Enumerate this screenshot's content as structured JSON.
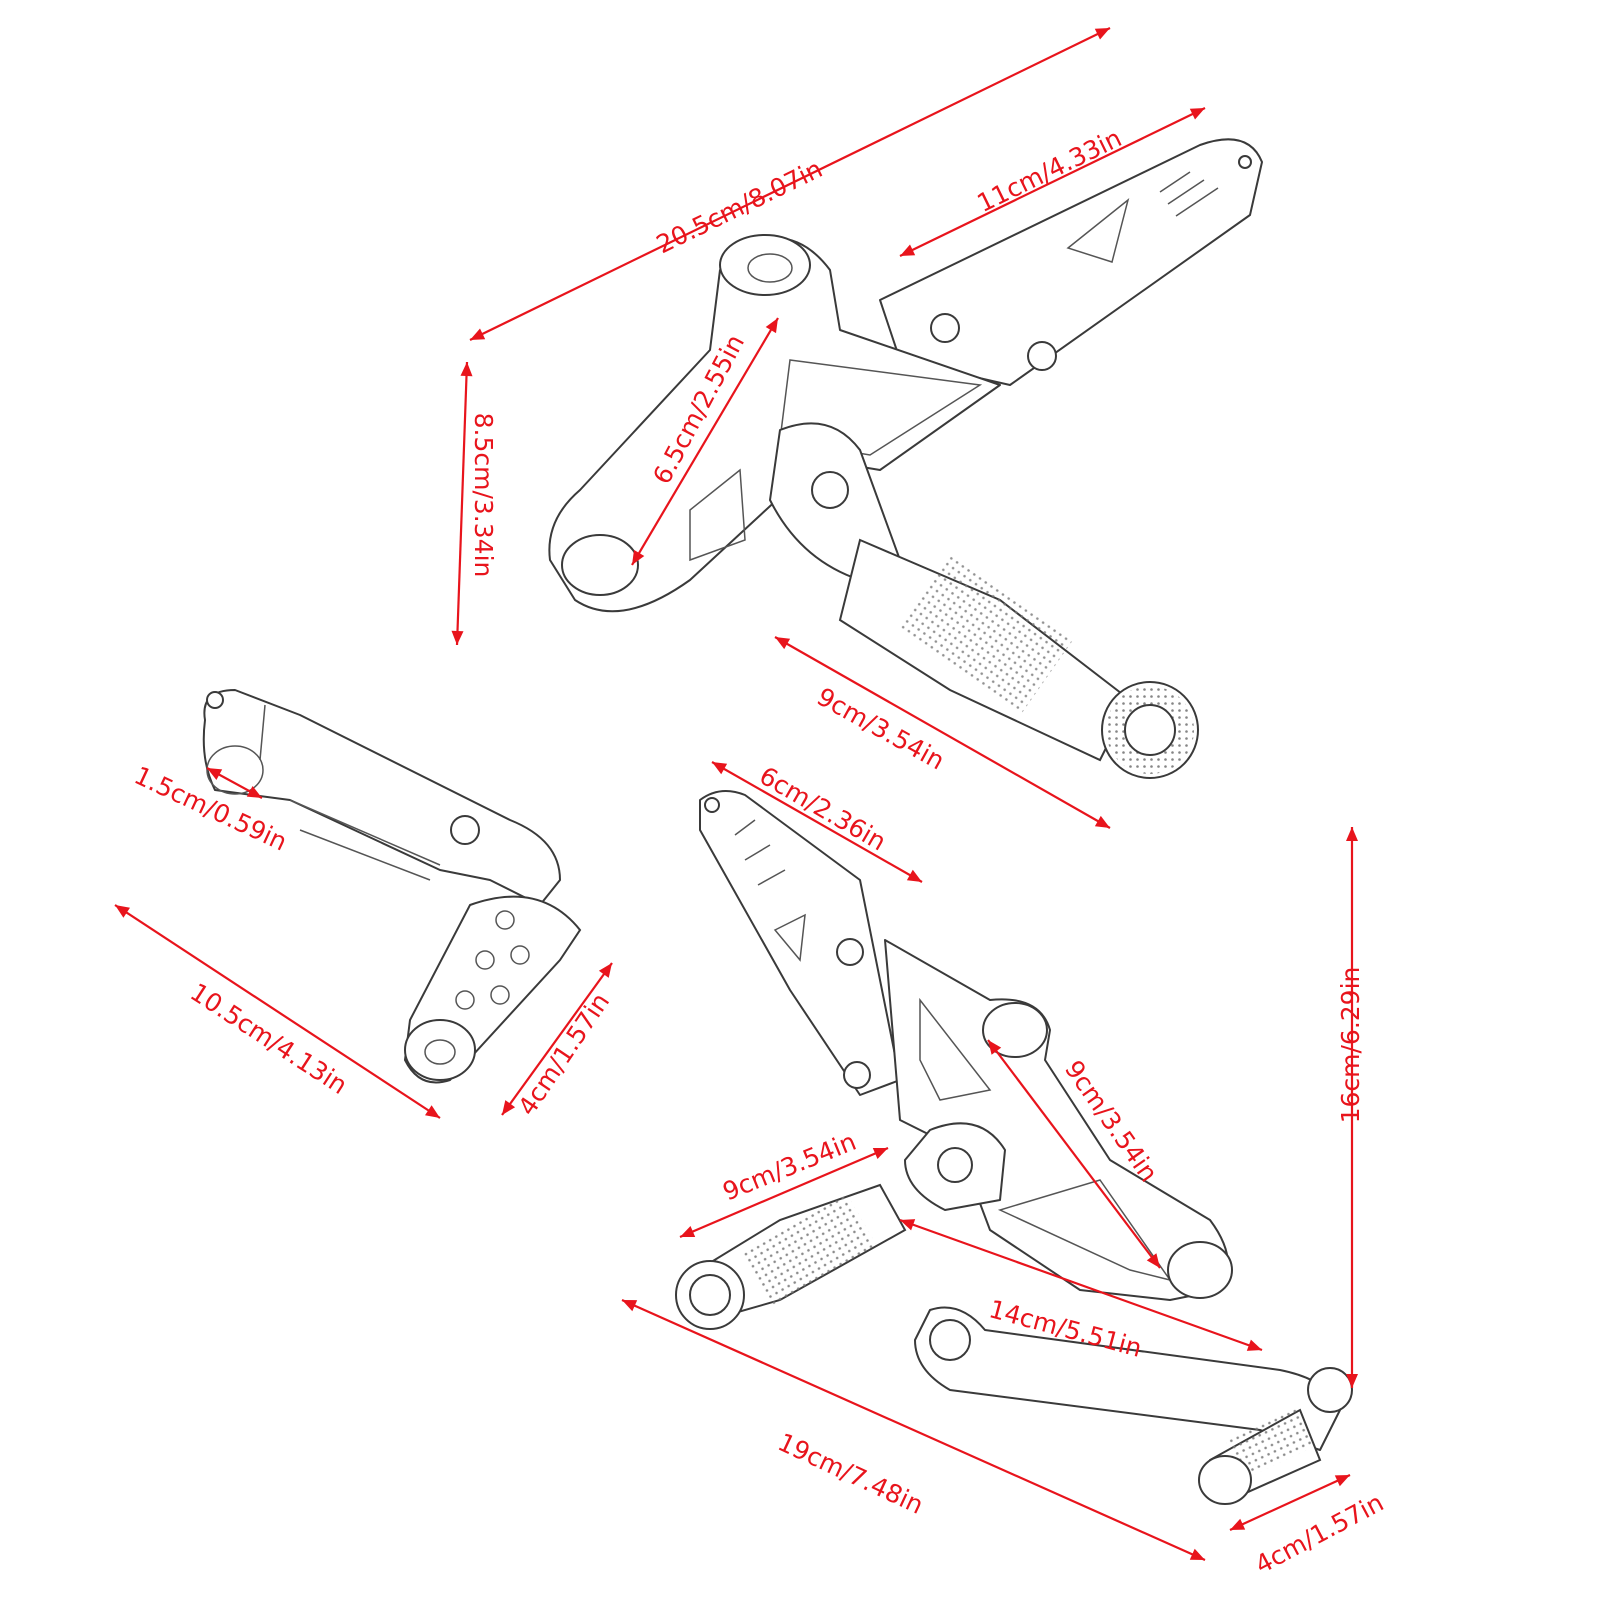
{
  "colors": {
    "dimension": "#e8141c",
    "sketch": "#3a3a3a",
    "background": "#ffffff"
  },
  "parts": [
    {
      "name": "rearset-top-assembly",
      "icon": "footpeg-bracket-icon"
    },
    {
      "name": "gear-lever",
      "icon": "shift-lever-icon"
    },
    {
      "name": "rearset-bottom-assembly",
      "icon": "footpeg-bracket-icon"
    }
  ],
  "dimensions": [
    {
      "id": "top-overall-length",
      "label": "20.5cm/8.07in"
    },
    {
      "id": "top-plate-length",
      "label": "11cm/4.33in"
    },
    {
      "id": "top-height",
      "label": "8.5cm/3.34in"
    },
    {
      "id": "top-arm-length",
      "label": "6.5cm/2.55in"
    },
    {
      "id": "top-peg-length",
      "label": "9cm/3.54in"
    },
    {
      "id": "lever-bore",
      "label": "1.5cm/0.59in"
    },
    {
      "id": "lever-length",
      "label": "10.5cm/4.13in"
    },
    {
      "id": "lever-peg-length",
      "label": "4cm/1.57in"
    },
    {
      "id": "bottom-plate-length",
      "label": "6cm/2.36in"
    },
    {
      "id": "bottom-height",
      "label": "16cm/6.29in"
    },
    {
      "id": "bottom-arm-length",
      "label": "9cm/3.54in"
    },
    {
      "id": "bottom-peg-length",
      "label": "9cm/3.54in"
    },
    {
      "id": "bottom-link-length",
      "label": "14cm/5.51in"
    },
    {
      "id": "bottom-overall-length",
      "label": "19cm/7.48in"
    },
    {
      "id": "bottom-small-peg",
      "label": "4cm/1.57in"
    }
  ]
}
